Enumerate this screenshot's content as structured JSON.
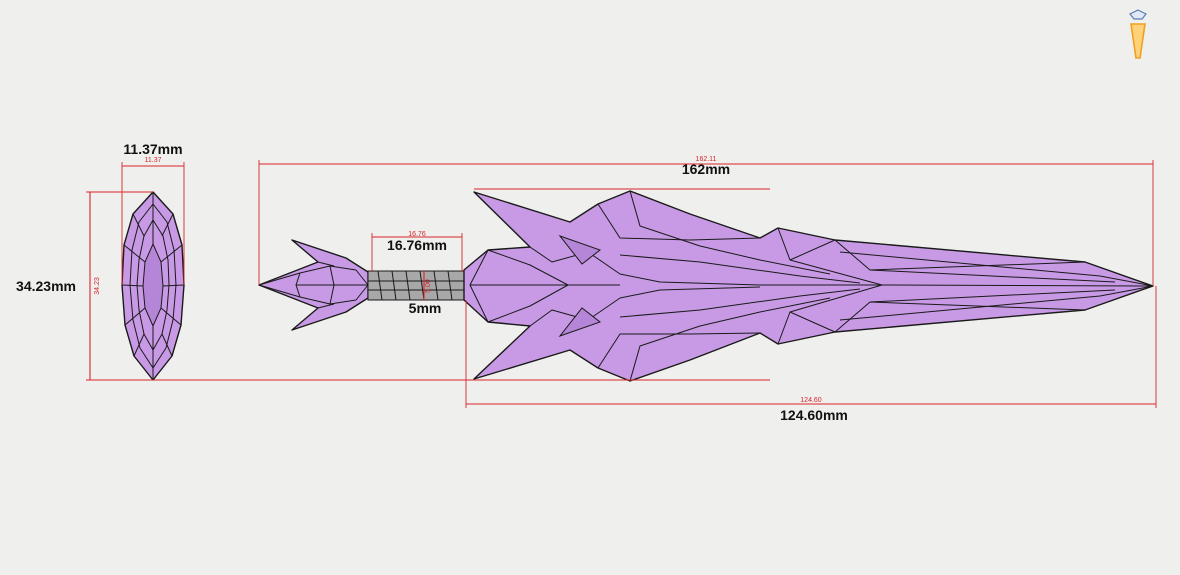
{
  "dimensions": {
    "front_width": {
      "label": "11.37mm",
      "small": "11.37"
    },
    "front_height": {
      "label": "34.23mm",
      "small": "34.23"
    },
    "overall_length": {
      "label": "162mm",
      "small": "162.11"
    },
    "shaft_length": {
      "label": "16.76mm",
      "small": "16.76"
    },
    "shaft_diameter": {
      "label": "5mm",
      "small": "5.00"
    },
    "blade_length": {
      "label": "124.60mm",
      "small": "124.60"
    }
  },
  "colors": {
    "background": "#efefed",
    "dimension_line": "#d8262a",
    "part_fill": "#c89ae6",
    "outline": "#1a1a1a",
    "logo": "#f0a020"
  },
  "logo": {
    "icon": "gem-logo-icon"
  }
}
